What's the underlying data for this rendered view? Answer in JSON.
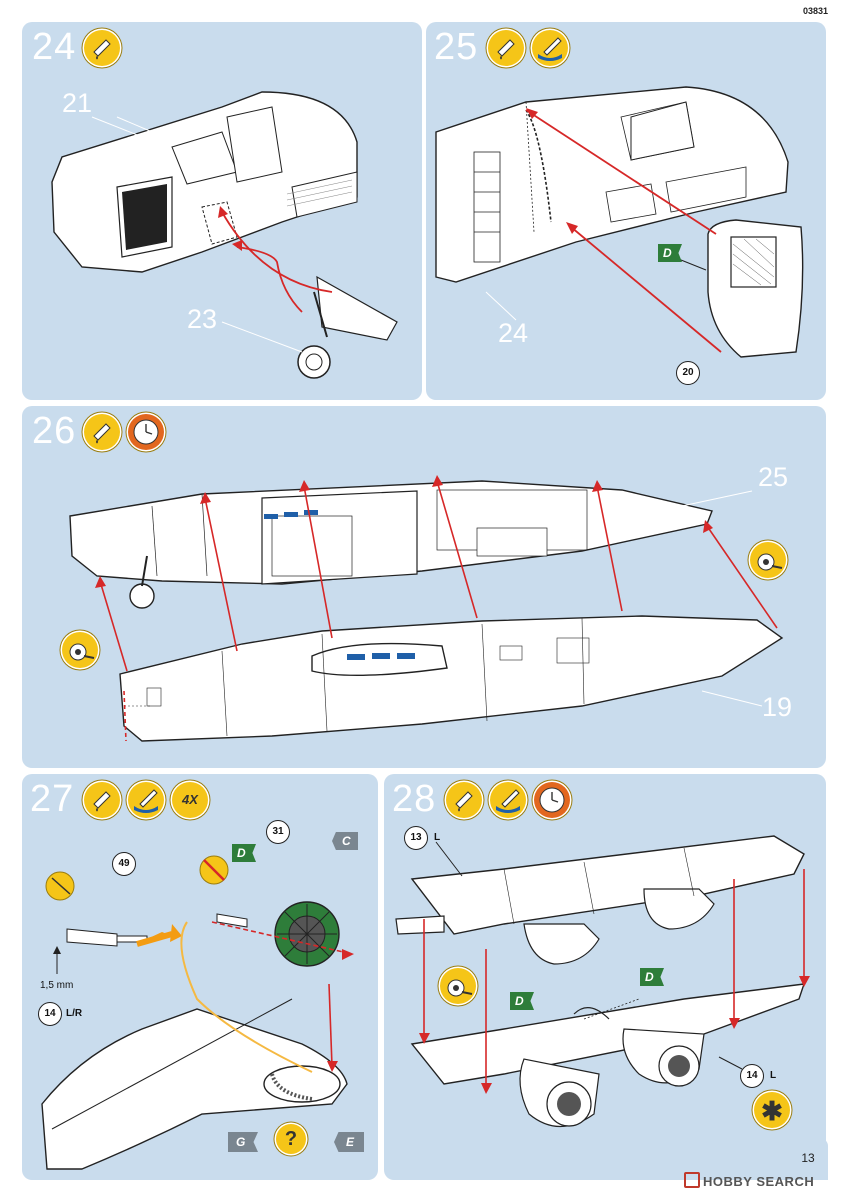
{
  "catalog_code": "03831",
  "page_number": "13",
  "watermark": "HOBBY SEARCH",
  "steps": [
    {
      "number": "24",
      "part_labels": [
        "21",
        "23"
      ],
      "icons": [
        "glue-icon"
      ]
    },
    {
      "number": "25",
      "part_labels": [
        "24"
      ],
      "callouts": [
        "20"
      ],
      "decal_flags": [
        "D"
      ],
      "icons": [
        "glue-icon",
        "paint-icon"
      ]
    },
    {
      "number": "26",
      "part_labels": [
        "25",
        "19"
      ],
      "icons": [
        "glue-icon",
        "clock-icon"
      ]
    },
    {
      "number": "27",
      "multiplier": "4X",
      "callouts": [
        "31",
        "49",
        "14"
      ],
      "callout_suffix": "L/R",
      "dimension": "1,5 mm",
      "decal_flags": [
        "D",
        "C"
      ],
      "nav_flags": [
        "G",
        "?",
        "E"
      ],
      "icons": [
        "glue-icon",
        "paint-icon"
      ]
    },
    {
      "number": "28",
      "callouts": [
        "13",
        "14"
      ],
      "callout_suffix_1": "L",
      "callout_suffix_2": "L",
      "decal_flags": [
        "D",
        "D"
      ],
      "icons": [
        "glue-icon",
        "paint-icon",
        "clock-icon"
      ]
    }
  ],
  "colors": {
    "panel": "#c9dced",
    "arrow": "#d62828",
    "icon": "#f5c518",
    "decal_green": "#2e7d3a",
    "decal_gray": "#7a8690"
  }
}
